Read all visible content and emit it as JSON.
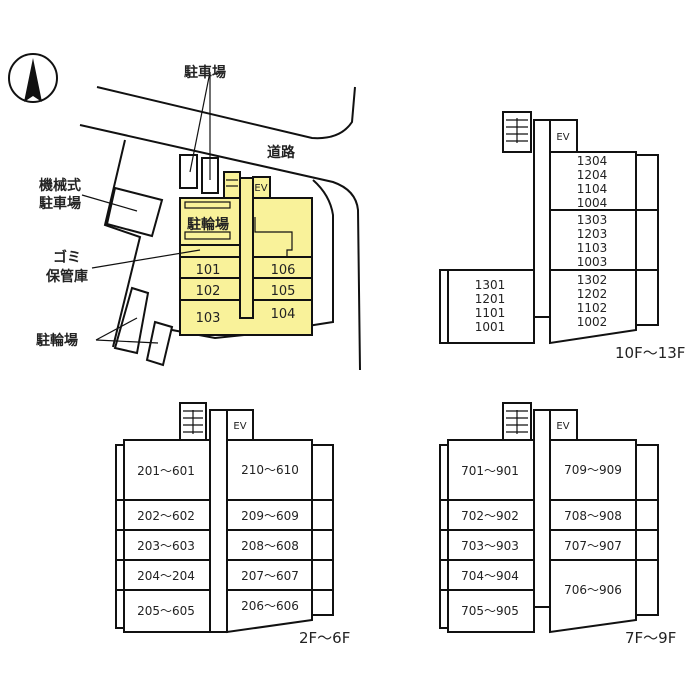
{
  "site": {
    "parking": "駐車場",
    "road": "道路",
    "mech_parking_1": "機械式",
    "mech_parking_2": "駐車場",
    "garbage_1": "ゴミ",
    "garbage_2": "保管庫",
    "bike_parking_outdoor": "駐輪場",
    "bike_parking_indoor": "駐輪場",
    "ev": "EV",
    "units": [
      "101",
      "102",
      "103",
      "106",
      "105",
      "104"
    ]
  },
  "plan_10_13": {
    "label": "10F～13F",
    "ev": "EV",
    "units": [
      [
        "1304",
        "1204",
        "1104",
        "1004"
      ],
      [
        "1303",
        "1203",
        "1103",
        "1003"
      ],
      [
        "1302",
        "1202",
        "1102",
        "1002"
      ],
      [
        "1301",
        "1201",
        "1101",
        "1001"
      ]
    ]
  },
  "plan_2_6": {
    "label": "2F～6F",
    "ev": "EV",
    "left": [
      "201～601",
      "202～602",
      "203～603",
      "204～204",
      "205～605"
    ],
    "right": [
      "210～610",
      "209～609",
      "208～608",
      "207～607",
      "206～606"
    ]
  },
  "plan_7_9": {
    "label": "7F～9F",
    "ev": "EV",
    "left": [
      "701～901",
      "702～902",
      "703～903",
      "704～904",
      "705～905"
    ],
    "right": [
      "709～909",
      "708～908",
      "707～907",
      "706～906"
    ]
  }
}
